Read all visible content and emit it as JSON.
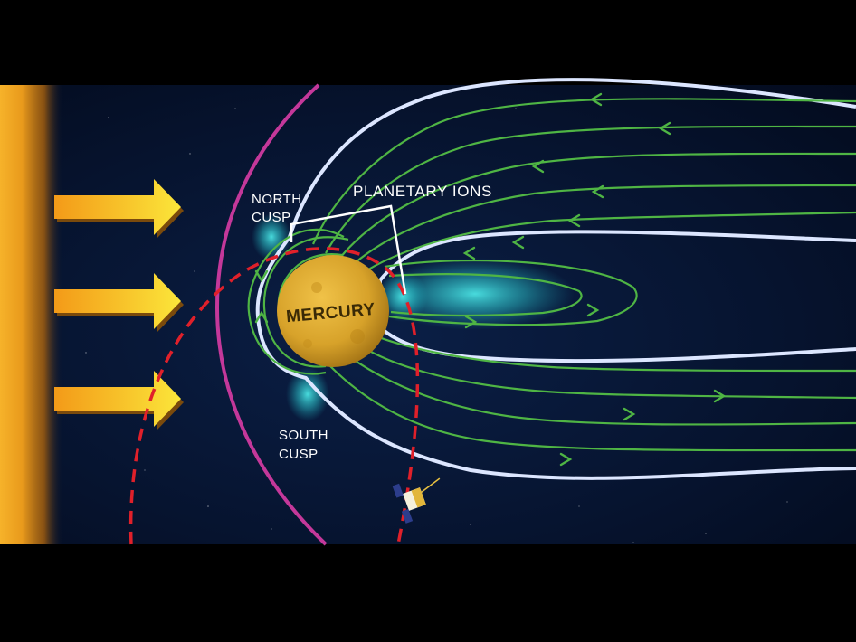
{
  "labels": {
    "north_cusp_line1": "NORTH",
    "north_cusp_line2": "CUSP",
    "south_cusp_line1": "SOUTH",
    "south_cusp_line2": "CUSP",
    "planetary_ions": "PLANETARY IONS",
    "planet": "MERCURY"
  },
  "icons": {
    "solar_wind": "arrow-right-icon",
    "spacecraft": "spacecraft-icon"
  },
  "colors": {
    "background": "#000000",
    "space": "#06122a",
    "sun": "#f0a020",
    "arrow": "#f5c81e",
    "bow_shock": "#c4389a",
    "magnetopause": "#dce6ff",
    "field_lines": "#4fb544",
    "ions": "#3fe0e0",
    "orbit": "#e0202a",
    "planet": "#d8a52a"
  }
}
